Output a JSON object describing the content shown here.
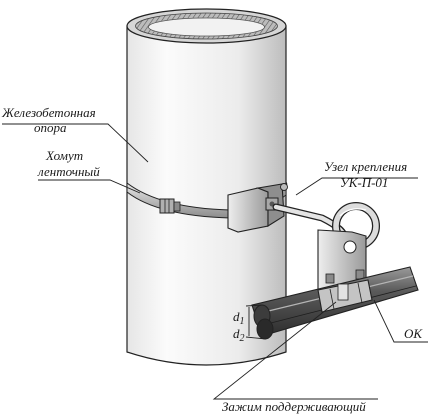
{
  "labels": {
    "pole_line1": "Железобетонная",
    "pole_line2": "опора",
    "clamp_line1": "Хомут",
    "clamp_line2": "ленточный",
    "node_line1": "Узел крепления",
    "node_line2": "УК-П-01",
    "cable": "ОК",
    "holder": "Зажим поддерживающий",
    "d1_main": "d",
    "d1_sub": "1",
    "d2_main": "d",
    "d2_sub": "2"
  },
  "colors": {
    "outline": "#222222",
    "pole_light": "#fafafa",
    "pole_shade": "#c8c8c8",
    "metal_light": "#d9d9d9",
    "metal_dark": "#7a7a7a",
    "cable_dark": "#3a3a3a",
    "cable_light": "#8a8a8a"
  }
}
